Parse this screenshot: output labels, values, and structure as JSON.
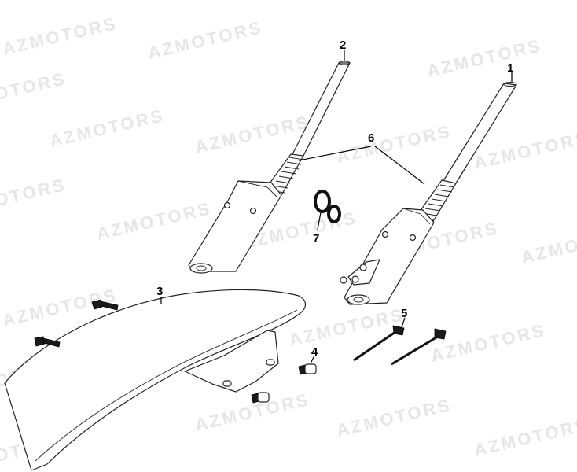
{
  "watermark": {
    "text": "AZMOTORS",
    "color": "#e6e6e6"
  },
  "callouts": [
    {
      "id": "c1",
      "label": "1"
    },
    {
      "id": "c2",
      "label": "2"
    },
    {
      "id": "c3",
      "label": "3"
    },
    {
      "id": "c4",
      "label": "4"
    },
    {
      "id": "c5",
      "label": "5"
    },
    {
      "id": "c6",
      "label": "6"
    },
    {
      "id": "c7",
      "label": "7"
    }
  ],
  "parts": {
    "fork_tube_right": "fork-tube-icon",
    "fork_tube_left": "fork-tube-icon",
    "front_fender": "fender-icon",
    "fender_bolt": "bolt-icon",
    "mounting_bolt": "bolt-icon",
    "cable_tie": "cable-tie-icon",
    "dust_seal": "seal-ring-icon",
    "oil_seal": "seal-ring-icon"
  }
}
